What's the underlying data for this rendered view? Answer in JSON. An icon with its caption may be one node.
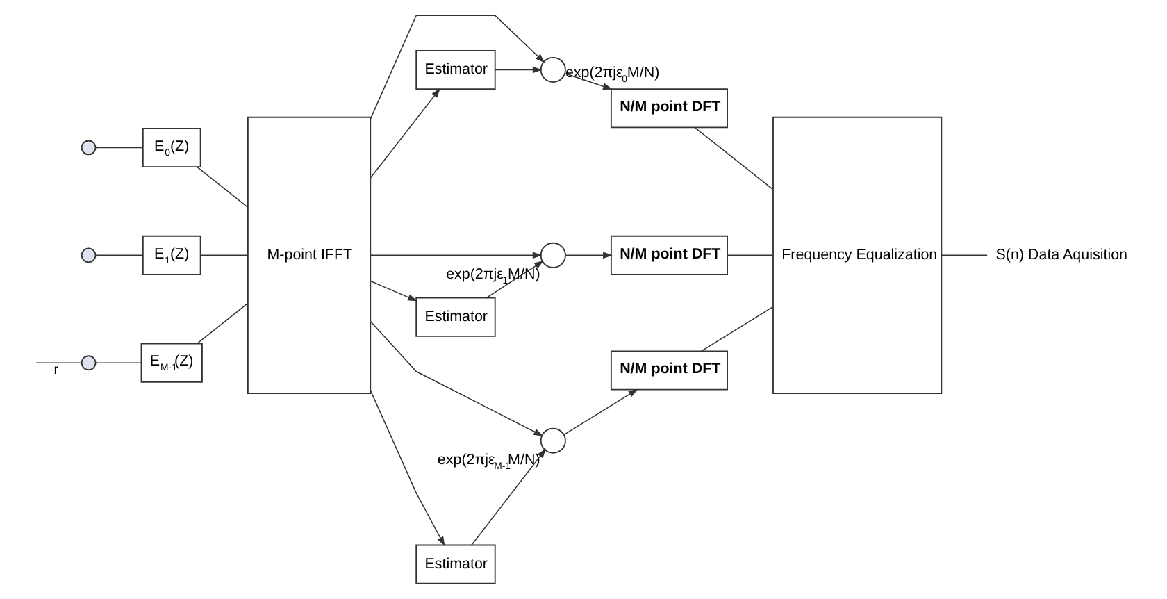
{
  "diagram": {
    "nodes": [
      {
        "text": [],
        "shape": "circle"
      },
      {
        "text": [],
        "shape": "circle"
      },
      {
        "text": [],
        "shape": "circle"
      },
      {
        "text": [
          "E$_{0}$(Z)"
        ]
      },
      {
        "text": [
          "E$_{1}$(Z)"
        ]
      },
      {
        "text": [
          "E$_{M-1}$(Z)"
        ]
      },
      {
        "text": [
          "M-point IFFT"
        ]
      },
      {
        "text": [],
        "shape": "circle",
        "beside": [
          "exp(2πjε$_{0}$M/N)"
        ]
      },
      {
        "text": [],
        "shape": "circle",
        "beside": [
          "exp(2πjε$_{1}$M/N)"
        ]
      },
      {
        "text": [],
        "shape": "circle",
        "beside": [
          "exp(2πjε$_{M-1}$M/N)"
        ]
      },
      {
        "text": [
          "Estimator"
        ]
      },
      {
        "text": [
          "Estimator"
        ]
      },
      {
        "text": [
          "Estimator"
        ]
      },
      {
        "text": [
          "N/M point DFT"
        ]
      },
      {
        "text": [
          "N/M point DFT"
        ]
      },
      {
        "text": [
          "N/M point DFT"
        ]
      },
      {
        "text": [
          "Frequency Equalization"
        ]
      },
      {
        "text": [
          "S(n) Data Aquisition"
        ]
      }
    ],
    "edges": [
      {
        "from": null,
        "to": 2,
        "arrow": "none",
        "label": "r"
      },
      {
        "from": 0,
        "to": 3,
        "arrow": "none"
      },
      {
        "from": 1,
        "to": 4,
        "arrow": "none"
      },
      {
        "from": 2,
        "to": 5,
        "arrow": "none"
      },
      {
        "from": 3,
        "to": 6,
        "arrow": "none"
      },
      {
        "from": 4,
        "to": 6,
        "arrow": "none"
      },
      {
        "from": 5,
        "to": 6,
        "arrow": "none"
      },
      {
        "from": 6,
        "to": 7,
        "arrow": "to"
      },
      {
        "from": 6,
        "to": 10,
        "arrow": "to"
      },
      {
        "from": 10,
        "to": 7,
        "arrow": "to"
      },
      {
        "from": 6,
        "to": 8,
        "arrow": "to"
      },
      {
        "from": 6,
        "to": 11,
        "arrow": "to"
      },
      {
        "from": 11,
        "to": 8,
        "arrow": "to"
      },
      {
        "from": 6,
        "to": 9,
        "arrow": "to"
      },
      {
        "from": 6,
        "to": 12,
        "arrow": "to"
      },
      {
        "from": 12,
        "to": 9,
        "arrow": "to"
      },
      {
        "from": 7,
        "to": 13,
        "arrow": "to"
      },
      {
        "from": 8,
        "to": 14,
        "arrow": "to"
      },
      {
        "from": 9,
        "to": 15,
        "arrow": "to"
      },
      {
        "from": 13,
        "to": 16,
        "arrow": "none"
      },
      {
        "from": 14,
        "to": 16,
        "arrow": "none"
      },
      {
        "from": 15,
        "to": 16,
        "arrow": "none"
      },
      {
        "from": 16,
        "to": 17,
        "arrow": "none"
      }
    ]
  }
}
